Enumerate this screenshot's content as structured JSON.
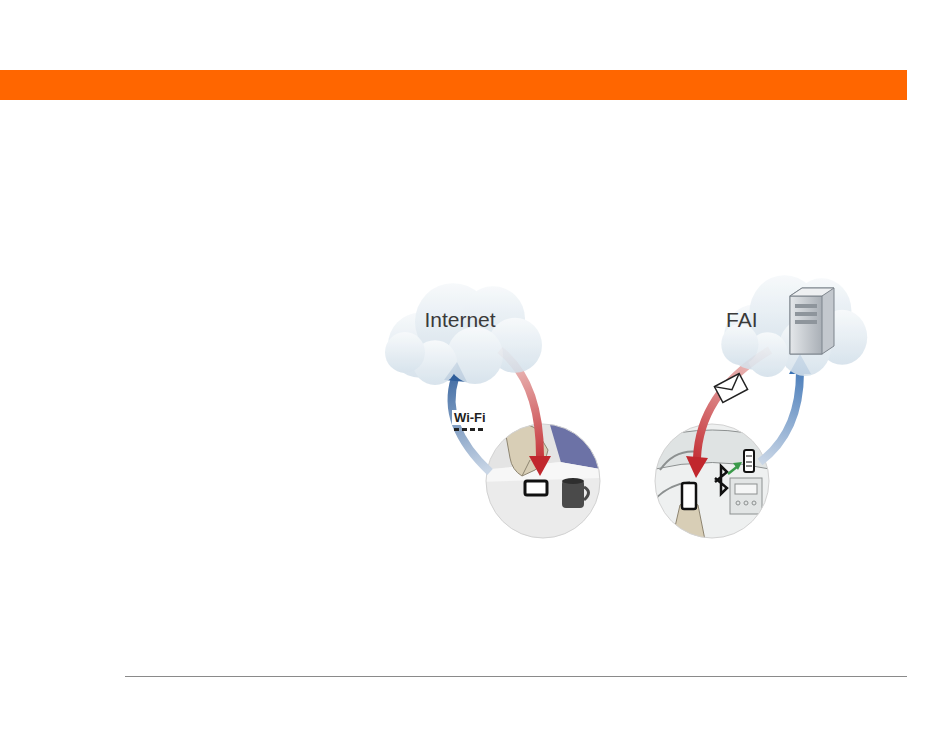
{
  "diagram": {
    "nodes": [
      {
        "text": [
          "Internet"
        ]
      },
      {
        "text": [
          "FAI"
        ]
      }
    ],
    "labels": [
      "Wi-Fi"
    ]
  }
}
